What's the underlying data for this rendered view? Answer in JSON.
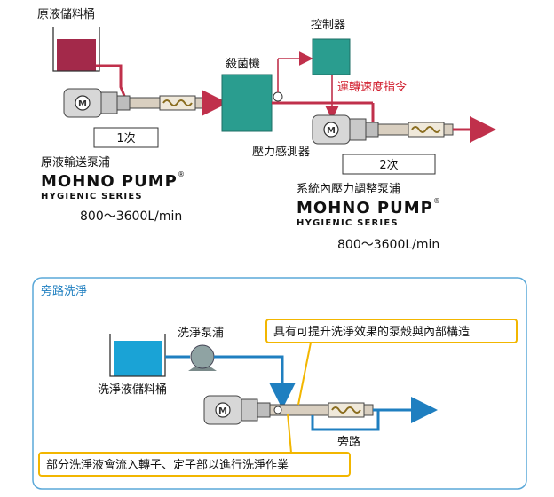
{
  "colors": {
    "product_line": "#c0304b",
    "wash_line": "#1f7fc0",
    "tank_fill_product": "#a3294a",
    "tank_fill_wash": "#1aa3d6",
    "controller_fill": "#2a9d8f",
    "sterilizer_fill": "#2a9d8f",
    "pump_body": "#d9cfc0",
    "callout_border": "#f2b600",
    "frame_border": "#5aa8d8"
  },
  "top": {
    "raw_tank_label": "原液儲料桶",
    "sterilizer_label": "殺菌機",
    "controller_label": "控制器",
    "speed_command_label": "運轉速度指令",
    "pressure_sensor_label": "壓力感測器",
    "stage1": {
      "tag": "1次",
      "name": "原液輸送泵浦",
      "brand": "MOHNO PUMP",
      "brand_mark": "®",
      "series": "HYGIENIC SERIES",
      "flow": "800～3600L/min"
    },
    "stage2": {
      "tag": "2次",
      "name": "系統內壓力調整泵浦",
      "brand": "MOHNO PUMP",
      "brand_mark": "®",
      "series": "HYGIENIC SERIES",
      "flow": "800～3600L/min"
    }
  },
  "bypass": {
    "title": "旁路洗淨",
    "wash_pump_label": "洗淨泵浦",
    "wash_tank_label": "洗淨液儲料桶",
    "callout_top": "具有可提升洗淨效果的泵殼與內部構造",
    "callout_bottom": "部分洗淨液會流入轉子、定子部以進行洗淨作業",
    "bypass_label": "旁路"
  },
  "icons": {
    "motor_badge": "M"
  }
}
